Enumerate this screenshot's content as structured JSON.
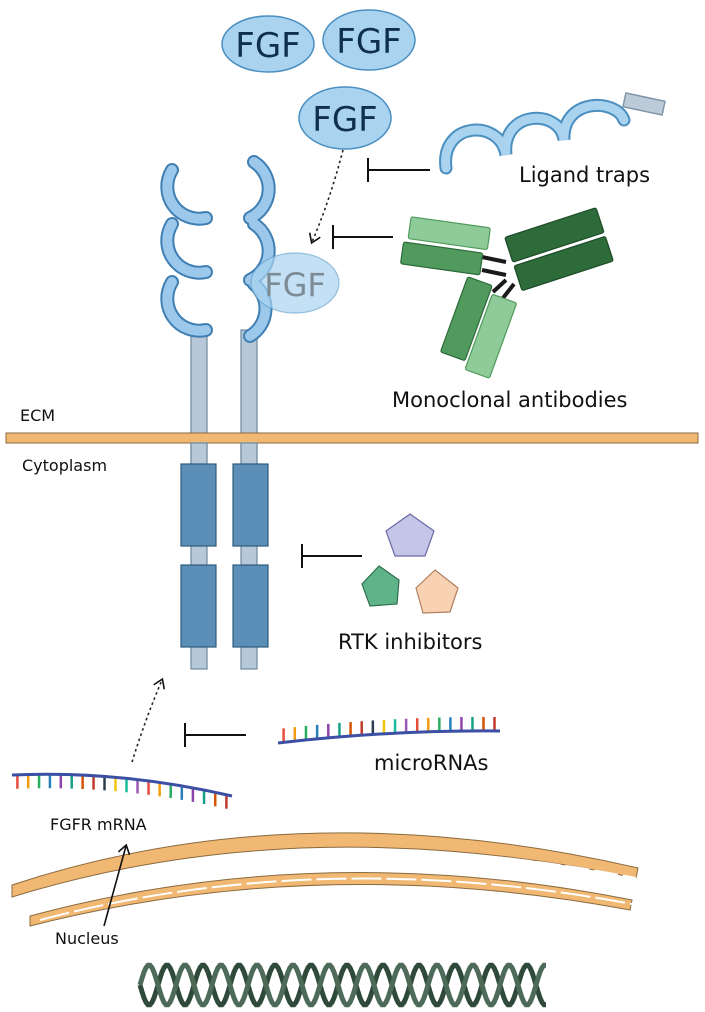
{
  "ligands": {
    "free_1": "FGF",
    "free_2": "FGF",
    "approaching": "FGF",
    "bound": "FGF"
  },
  "labels": {
    "ligand_traps": "Ligand traps",
    "monoclonal_antibodies": "Monoclonal antibodies",
    "rtk_inhibitors": "RTK inhibitors",
    "micrornas": "microRNAs",
    "fgfr_mrna": "FGFR mRNA",
    "nucleus": "Nucleus",
    "ecm": "ECM",
    "cytoplasm": "Cytoplasm"
  },
  "colors": {
    "ligand_fill": "#a9d3ef",
    "ligand_stroke": "#4a8fc0",
    "receptor_loop": "#6aa6d6",
    "receptor_stalk": "#b7c9d8",
    "receptor_kinase": "#5b8fb8",
    "membrane": "#f0b873",
    "antibody_light": "#8fcb98",
    "antibody_mid": "#4f9a5c",
    "antibody_dark": "#2d6b3a",
    "inhibitor_purple": "#c5c5e8",
    "inhibitor_green": "#5fb389",
    "inhibitor_peach": "#f9d2b4",
    "rna_backbone": "#3b4fa3",
    "dna_strand": "#2f4a3a"
  }
}
